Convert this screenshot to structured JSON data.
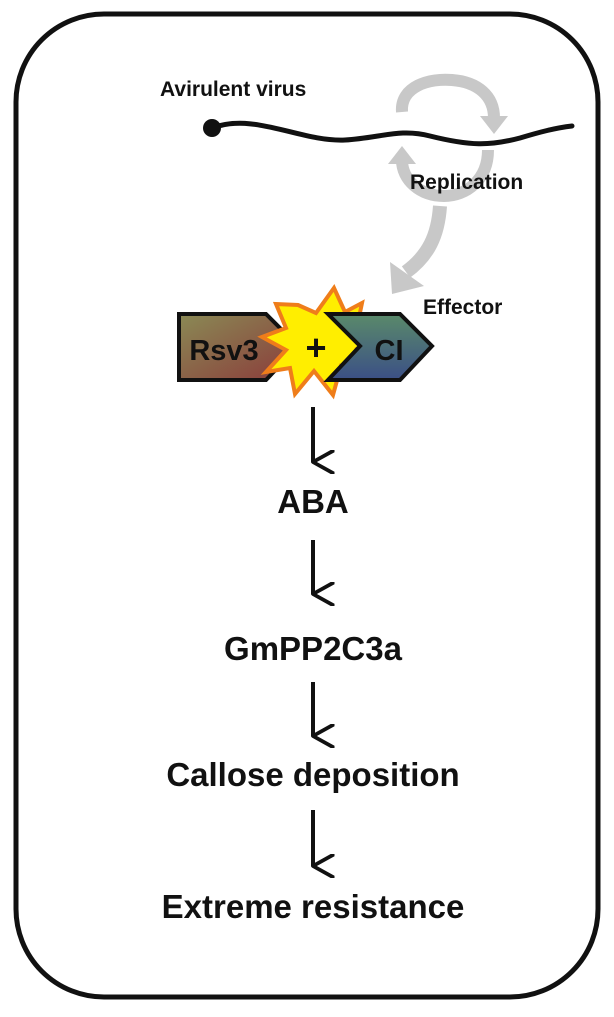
{
  "virus": {
    "label": "Avirulent virus"
  },
  "replication": {
    "label": "Replication"
  },
  "effector": {
    "label": "Effector"
  },
  "complex": {
    "left_label": "Rsv3",
    "center_label": "+",
    "right_label": "CI"
  },
  "pathway": {
    "steps": [
      "ABA",
      "GmPP2C3a",
      "Callose deposition",
      "Extreme resistance"
    ]
  },
  "colors": {
    "outline": "#111111",
    "gray_arrow": "#c8c8c8",
    "burst_fill": "#ffee00",
    "burst_stroke": "#ef7d1a",
    "rsv3_light": "#8a8a55",
    "rsv3_dark": "#8b3a3a",
    "ci_light": "#5a8a6a",
    "ci_dark": "#3b4f86"
  }
}
